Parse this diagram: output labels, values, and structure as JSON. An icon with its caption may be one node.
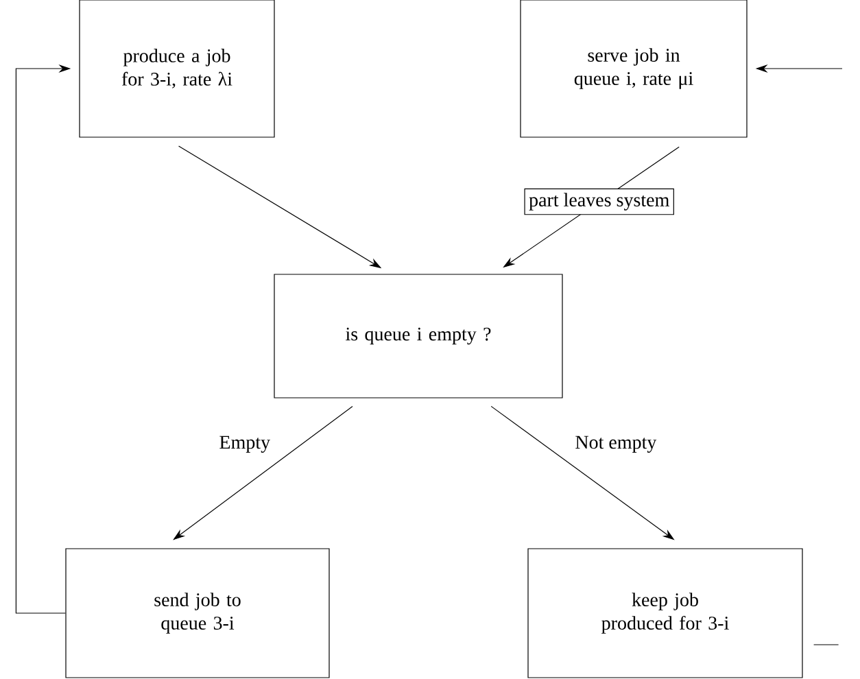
{
  "diagram": {
    "nodes": [
      {
        "text": [
          "produce a job for 3-i, rate λi"
        ]
      },
      {
        "text": [
          "serve job in queue i, rate μi"
        ]
      },
      {
        "text": [
          "is queue i empty ?"
        ]
      },
      {
        "text": [
          "send job to queue 3-i"
        ]
      },
      {
        "text": [
          "keep job produced for 3-i"
        ]
      }
    ],
    "edges": [
      {
        "from": 0,
        "to": 2,
        "arrow": "to"
      },
      {
        "from": 1,
        "to": 2,
        "arrow": "to",
        "label": "part leaves system"
      },
      {
        "from": 2,
        "to": 3,
        "arrow": "to",
        "label": "Empty"
      },
      {
        "from": 2,
        "to": 4,
        "arrow": "to",
        "label": "Not empty"
      },
      {
        "from": 3,
        "to": 0,
        "arrow": "to"
      },
      {
        "from": 4,
        "to": null,
        "arrow": "none"
      },
      {
        "from": null,
        "to": 1,
        "arrow": "to"
      }
    ]
  }
}
